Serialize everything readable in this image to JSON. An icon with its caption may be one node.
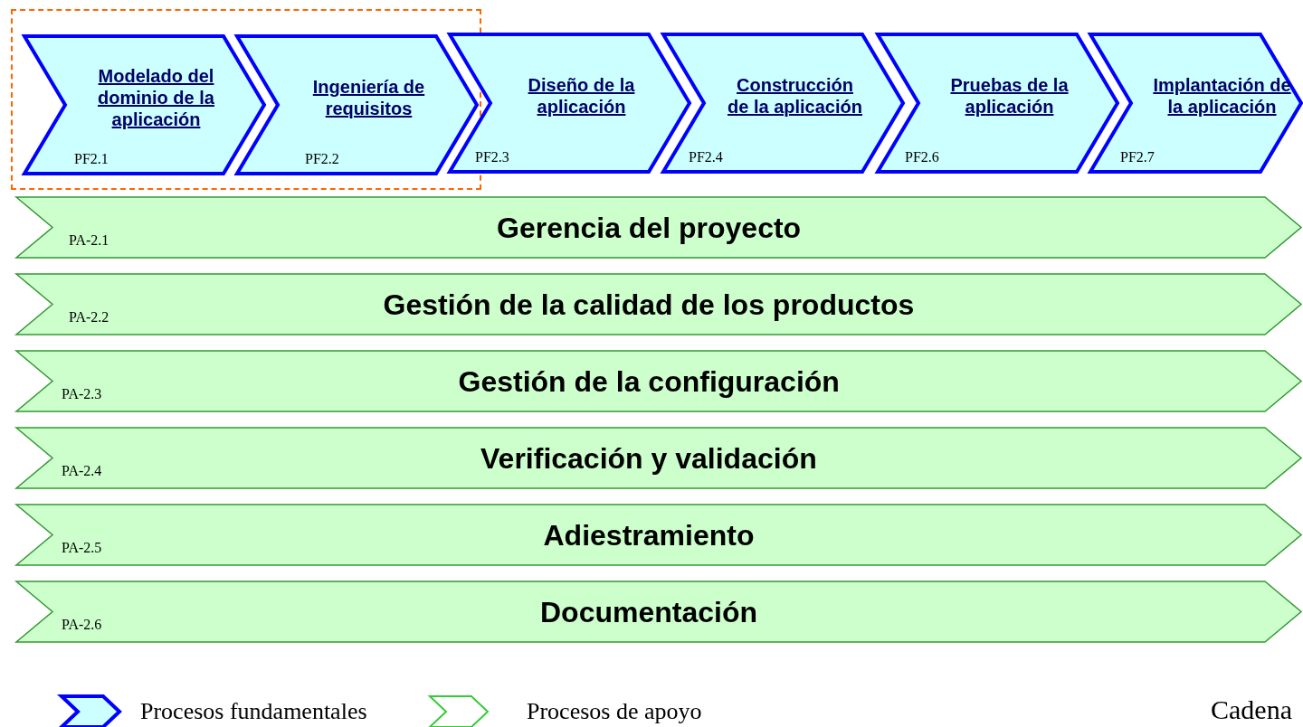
{
  "diagram": {
    "nodes": [
      {
        "text": [],
        "shape": "box"
      },
      {
        "text": [
          "Modelado del dominio de la aplicación",
          "PF2.1"
        ],
        "in": 0
      },
      {
        "text": [
          "Ingeniería de requisitos",
          "PF2.2"
        ],
        "in": 0
      },
      {
        "text": [
          "Diseño de la aplicación",
          "PF2.3"
        ]
      },
      {
        "text": [
          "Construcción de la aplicación",
          "PF2.4"
        ]
      },
      {
        "text": [
          "Pruebas de la aplicación",
          "PF2.6"
        ]
      },
      {
        "text": [
          "Implantación de la aplicación",
          "PF2.7"
        ]
      },
      {
        "text": [
          "PA-2.1",
          "Gerencia del proyecto"
        ]
      },
      {
        "text": [
          "PA-2.2",
          "Gestión de la calidad de los productos"
        ]
      },
      {
        "text": [
          "PA-2.3",
          "Gestión de la configuración"
        ]
      },
      {
        "text": [
          "PA-2.4",
          "Verificación y validación"
        ]
      },
      {
        "text": [
          "PA-2.5",
          "Adiestramiento"
        ]
      },
      {
        "text": [
          "PA-2.6",
          "Documentación"
        ]
      }
    ],
    "edges": [],
    "labels": [
      "Cadena"
    ],
    "legend": [
      {
        "text": "Procesos fundamentales"
      },
      {
        "text": "Procesos de apoyo"
      }
    ]
  }
}
